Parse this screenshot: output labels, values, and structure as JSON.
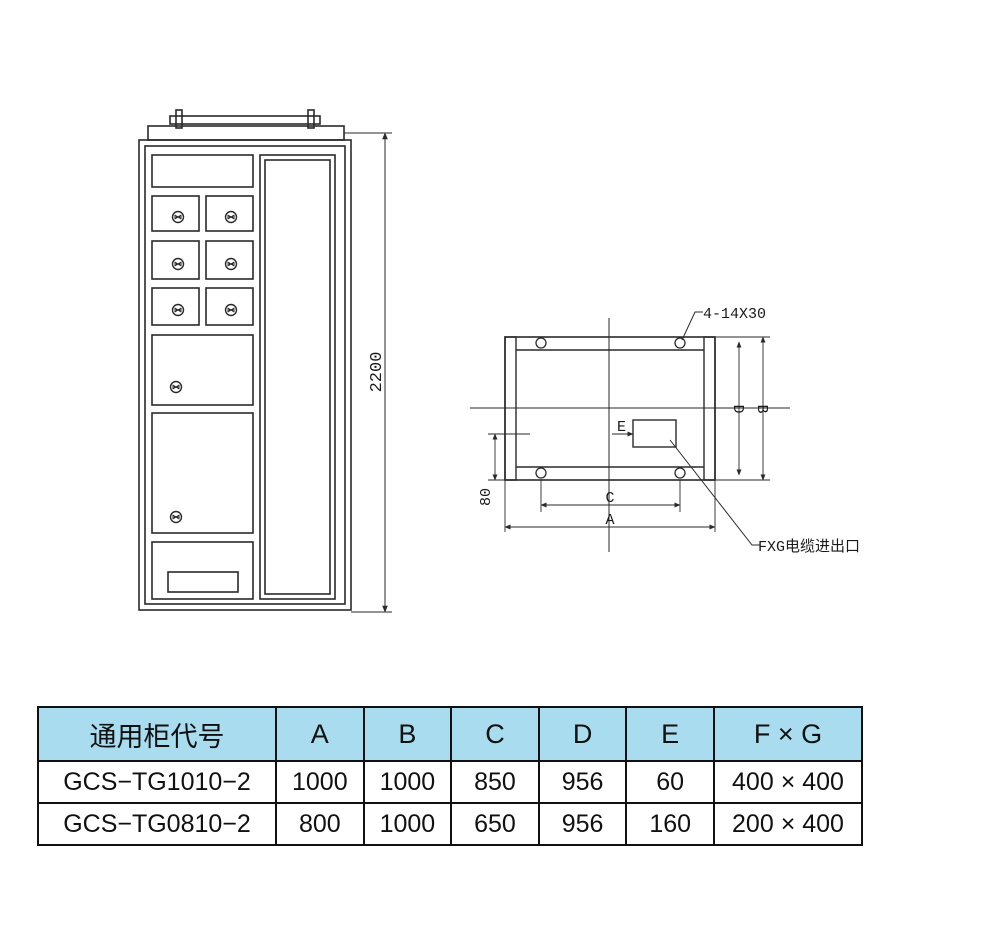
{
  "colors": {
    "header_bg": "#a9dcee",
    "line": "#2a2a2a"
  },
  "cabinet": {
    "height_label": "2200",
    "knob_icon": "lock-knob-icon"
  },
  "plan": {
    "hole_label": "4-14X30",
    "cable_label": "FXG电缆进出口",
    "offset_label": "80",
    "labels": {
      "a": "A",
      "b": "B",
      "c": "C",
      "d": "D",
      "e": "E"
    }
  },
  "table": {
    "headers": [
      "通用柜代号",
      "A",
      "B",
      "C",
      "D",
      "E",
      "F × G"
    ],
    "rows": [
      [
        "GCS−TG1010−2",
        "1000",
        "1000",
        "850",
        "956",
        "60",
        "400 × 400"
      ],
      [
        "GCS−TG0810−2",
        "800",
        "1000",
        "650",
        "956",
        "160",
        "200 × 400"
      ]
    ]
  }
}
